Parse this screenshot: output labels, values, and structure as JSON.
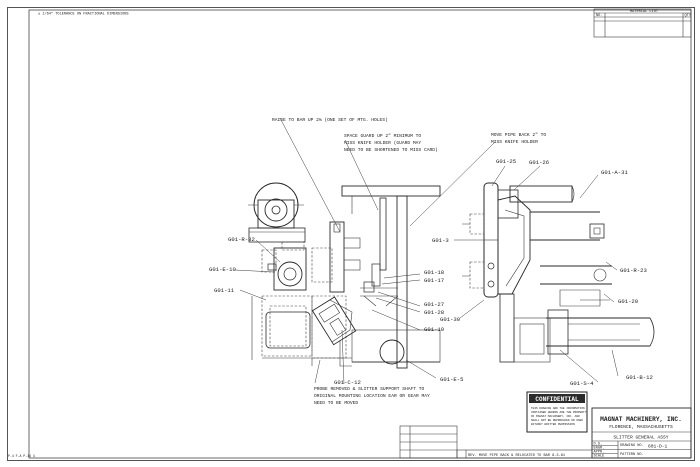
{
  "drawing": {
    "tolerance_note": "± 1/64\" TOLERANCE ON FRACTIONAL DIMENSIONS",
    "material_list_title": "MATERIAL LIST",
    "material_list_headers": [
      "NO.",
      "",
      "QTY"
    ],
    "notes": {
      "raise": "RAISE TO BAR UP 2⅛ (ONE SET OF MTG. HOLES)",
      "space_guard": [
        "SPACE GUARD UP 2\" MINIMUM TO",
        "MISS KNIFE HOLDER (GUARD MAY",
        "NEED TO BE SHORTENED TO MISS CARD)"
      ],
      "move_pipe": [
        "MOVE PIPE BACK 2\" TO",
        "MISS KNIFE HOLDER"
      ],
      "bottom": [
        "PROBE REMOVED & SLITTER SUPPORT SHAFT TO",
        "ORIGINAL MOUNTING LOCATION EAR OR GEAR MAY",
        "NEED TO BE MOVED"
      ]
    },
    "part_labels": {
      "r32": "G01-R-32",
      "e10": "G01-E-10",
      "g11": "G01-11",
      "g18": "G01-18",
      "g17": "G01-17",
      "g27": "G01-27",
      "g28": "G01-28",
      "g19": "G01-19",
      "c12": "G01-C-12",
      "e5": "G01-E-5",
      "g25": "G01-25",
      "g26": "G01-26",
      "a31": "G01-A-31",
      "g3": "G01-3",
      "g30": "G01-30",
      "r23": "G01-R-23",
      "g20": "G01-20",
      "s4": "G01-S-4",
      "b12": "G01-B-12"
    },
    "confidential": {
      "title": "CONFIDENTIAL",
      "lines": [
        "THIS DRAWING AND THE INFORMATION",
        "CONTAINED HEREON ARE THE PROPERTY",
        "OF MAGNAT MACHINERY, INC. AND",
        "SHALL NOT BE REPRODUCED OR USED",
        "WITHOUT WRITTEN PERMISSION"
      ]
    },
    "title_block": {
      "company": "MAGNAT MACHINERY, INC.",
      "city": "FLORENCE, MASSACHUSETTS",
      "title": "SLITTER GENERAL ASSY",
      "drawing_no_label": "DRAWING NO.",
      "drawing_no": "601-D-1",
      "pattern_no_label": "PATTERN NO.",
      "left_cells": [
        "D.S.",
        "ENGR.",
        "APPR.",
        "SCALE"
      ]
    },
    "revision_note": "REV. MOVE PIPE BACK & RELOCATED TO BAR  8-3-81",
    "margin_note": "P-4 F-A P-14 4"
  }
}
